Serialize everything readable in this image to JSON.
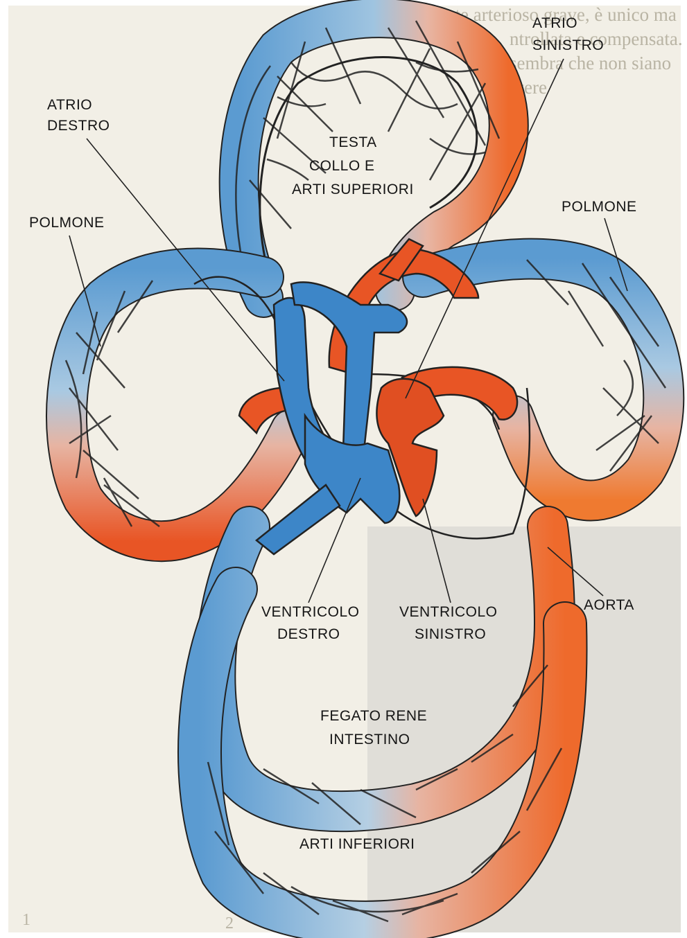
{
  "diagram": {
    "labels": {
      "atrio_destro": [
        "ATRIO",
        "DESTRO"
      ],
      "atrio_sinistro": [
        "ATRIO",
        "SINISTRO"
      ],
      "polmone_left": "POLMONE",
      "polmone_right": "POLMONE",
      "testa": [
        "TESTA",
        "COLLO   E",
        "ARTI SUPERIORI"
      ],
      "ventricolo_destro": [
        "VENTRICOLO",
        "DESTRO"
      ],
      "ventricolo_sinistro": [
        "VENTRICOLO",
        "SINISTRO"
      ],
      "aorta": "AORTA",
      "fegato": [
        "FEGATO  RENE",
        "INTESTINO"
      ],
      "arti_inferiori": "ARTI   INFERIORI"
    },
    "background_text": {
      "lines": [
        "idente arterioso grave, è unico ma",
        "ntrollata e compensata. V",
        "sembra che non siano",
        "ivere"
      ],
      "figure_numbers": [
        "1",
        "2"
      ]
    },
    "colors": {
      "venous_blue": "#5b9bd1",
      "venous_blue_dark": "#3d86c8",
      "arterial_red": "#e85525",
      "arterial_orange": "#ef7a30",
      "capillary_pink": "#e7b4a2",
      "outline": "#222222"
    }
  }
}
